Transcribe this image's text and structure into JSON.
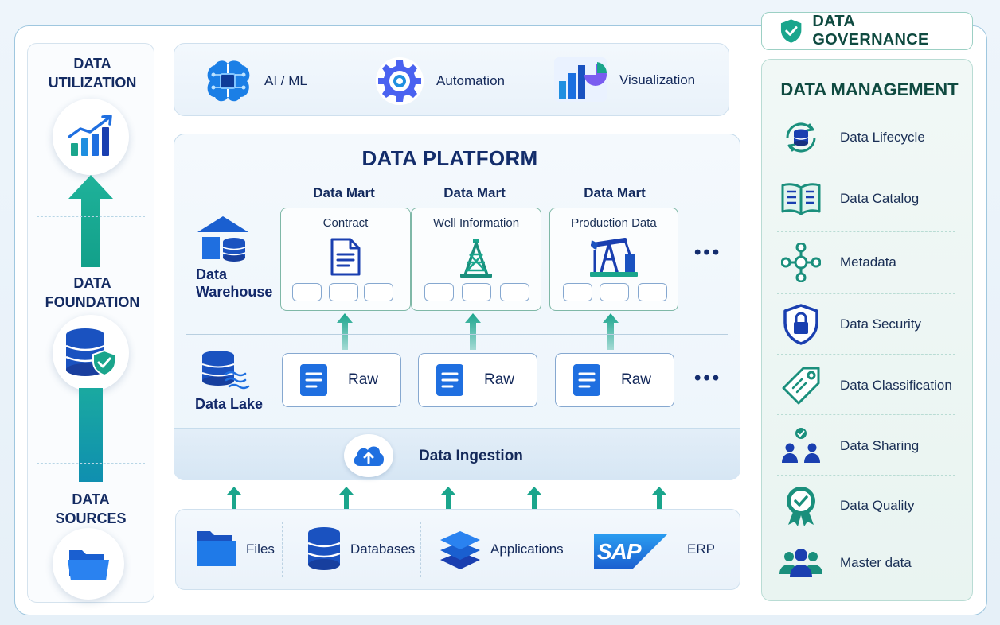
{
  "governance": {
    "title": "DATA GOVERNANCE"
  },
  "left": {
    "utilization": "DATA\nUTILIZATION",
    "foundation": "DATA\nFOUNDATION",
    "sources": "DATA\nSOURCES"
  },
  "utilization": {
    "items": [
      {
        "label": "AI / ML",
        "icon": "ai-brain-icon"
      },
      {
        "label": "Automation",
        "icon": "gear-icon"
      },
      {
        "label": "Visualization",
        "icon": "dashboard-chart-icon"
      }
    ]
  },
  "platform": {
    "title": "DATA PLATFORM",
    "warehouse_label": "Data\nWarehouse",
    "lake_label": "Data Lake",
    "marts": [
      {
        "header": "Data Mart",
        "title": "Contract",
        "icon": "document-icon"
      },
      {
        "header": "Data Mart",
        "title": "Well Information",
        "icon": "oil-rig-icon"
      },
      {
        "header": "Data Mart",
        "title": "Production Data",
        "icon": "pumpjack-icon"
      }
    ],
    "raw": [
      "Raw",
      "Raw",
      "Raw"
    ],
    "ellipsis": "•••",
    "ingestion": "Data Ingestion"
  },
  "sources": {
    "items": [
      {
        "label": "Files",
        "icon": "folder-icon"
      },
      {
        "label": "Databases",
        "icon": "database-icon"
      },
      {
        "label": "Applications",
        "icon": "layers-icon"
      },
      {
        "label": "ERP",
        "icon": "sap-logo"
      }
    ],
    "sap_logo_text": "SAP"
  },
  "management": {
    "title": "DATA MANAGEMENT",
    "items": [
      {
        "label": "Data Lifecycle",
        "icon": "lifecycle-icon"
      },
      {
        "label": "Data Catalog",
        "icon": "book-icon"
      },
      {
        "label": "Metadata",
        "icon": "network-icon"
      },
      {
        "label": "Data Security",
        "icon": "shield-lock-icon"
      },
      {
        "label": "Data Classification",
        "icon": "tag-icon"
      },
      {
        "label": "Data Sharing",
        "icon": "people-share-icon"
      },
      {
        "label": "Data Quality",
        "icon": "badge-check-icon"
      },
      {
        "label": "Master data",
        "icon": "group-icon"
      }
    ]
  },
  "colors": {
    "navy": "#132d6b",
    "blue": "#1f6fe0",
    "teal": "#1aa58c",
    "green_dark": "#0f4a40"
  }
}
